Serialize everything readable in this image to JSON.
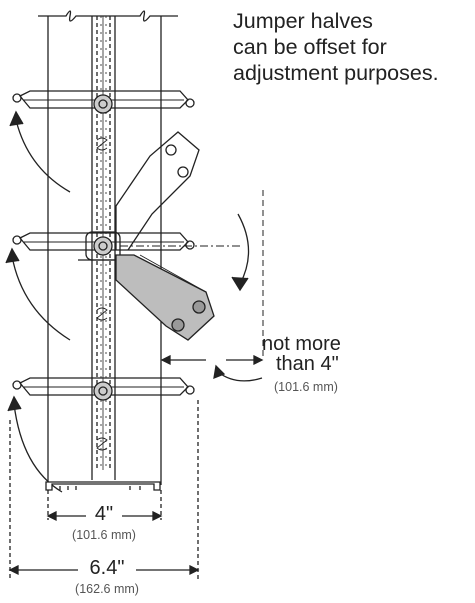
{
  "annotations": {
    "offset_note": [
      "Jumper halves",
      "can be offset for",
      "adjustment purposes."
    ],
    "max_spacing": {
      "line1": "not more",
      "line2": "than 4\"",
      "metric": "(101.6 mm)"
    },
    "inner_width": {
      "imperial": "4\"",
      "metric": "(101.6 mm)"
    },
    "outer_width": {
      "imperial": "6.4\"",
      "metric": "(162.6 mm)"
    }
  },
  "colors": {
    "line": "#222222",
    "plate": "#bdbdbd",
    "dash": "#333333"
  }
}
